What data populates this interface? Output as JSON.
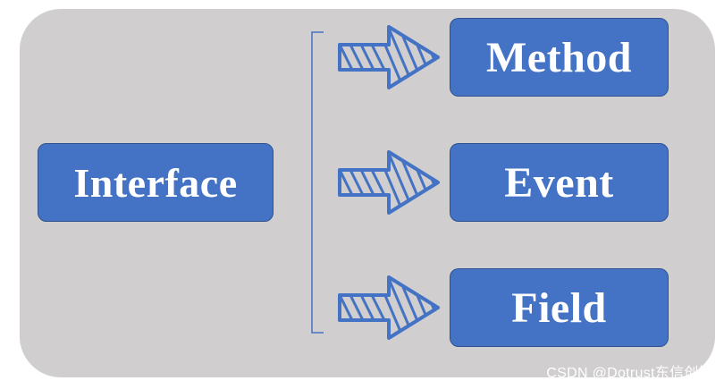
{
  "diagram": {
    "source_node": {
      "label": "Interface"
    },
    "target_nodes": [
      {
        "label": "Method"
      },
      {
        "label": "Event"
      },
      {
        "label": "Field"
      }
    ],
    "arrow_icon": "hatched-right-arrow-icon",
    "colors": {
      "background_panel": "#d0cecf",
      "node_fill": "#4472c4",
      "node_border": "#2f528f",
      "node_text": "#ffffff",
      "arrow_stroke": "#4472c4",
      "bracket": "#4472c4"
    }
  },
  "watermark": {
    "text": "CSDN @Dotrust东信创智"
  }
}
